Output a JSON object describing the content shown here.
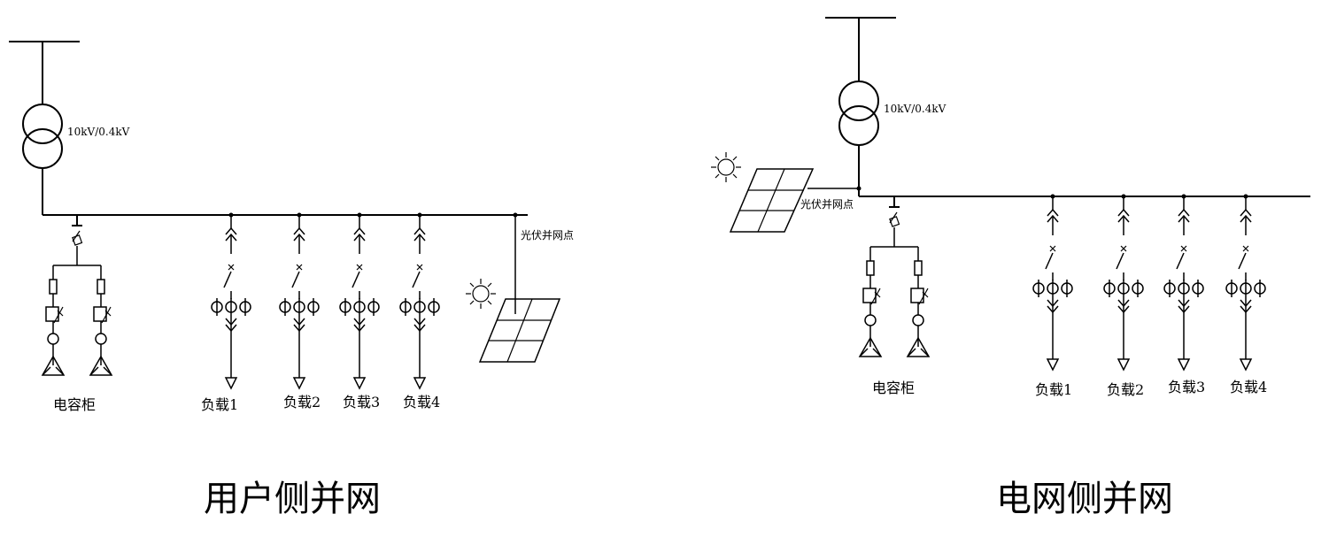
{
  "diagrams": [
    {
      "transformer_label": "10kV/0.4kV",
      "pv_point_label": "光伏并网点",
      "capacitor_label": "电容柜",
      "loads": [
        "负载1",
        "负载2",
        "负载3",
        "负载4"
      ],
      "caption": "用户侧并网"
    },
    {
      "transformer_label": "10kV/0.4kV",
      "pv_point_label": "光伏并网点",
      "capacitor_label": "电容柜",
      "loads": [
        "负载1",
        "负载2",
        "负载3",
        "负载4"
      ],
      "caption": "电网侧并网"
    }
  ],
  "icons": [
    "transformer-icon",
    "sun-icon",
    "solar-panel-icon",
    "breaker-icon",
    "fuse-icon",
    "capacitor-icon",
    "load-arrow-icon",
    "current-transformer-icon"
  ]
}
